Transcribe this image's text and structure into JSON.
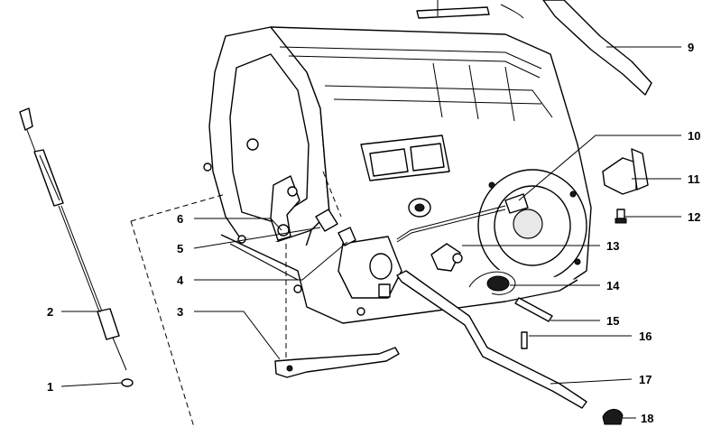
{
  "diagram": {
    "callouts": [
      {
        "id": "1",
        "label": "1"
      },
      {
        "id": "2",
        "label": "2"
      },
      {
        "id": "3",
        "label": "3"
      },
      {
        "id": "4",
        "label": "4"
      },
      {
        "id": "5",
        "label": "5"
      },
      {
        "id": "6",
        "label": "6"
      },
      {
        "id": "9",
        "label": "9"
      },
      {
        "id": "10",
        "label": "10"
      },
      {
        "id": "11",
        "label": "11"
      },
      {
        "id": "12",
        "label": "12"
      },
      {
        "id": "13",
        "label": "13"
      },
      {
        "id": "14",
        "label": "14"
      },
      {
        "id": "15",
        "label": "15"
      },
      {
        "id": "16",
        "label": "16"
      },
      {
        "id": "17",
        "label": "17"
      },
      {
        "id": "18",
        "label": "18"
      }
    ]
  }
}
